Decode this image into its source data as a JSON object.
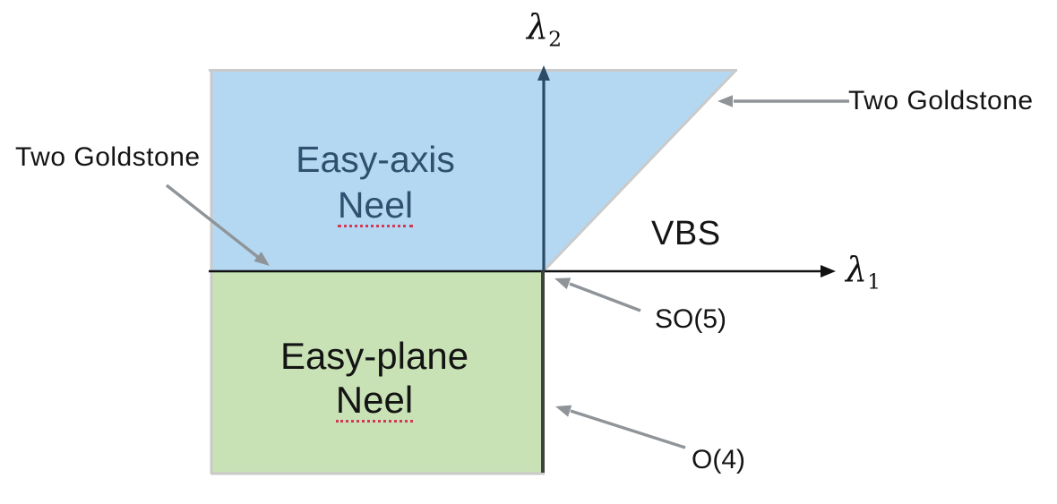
{
  "colors": {
    "blue_fill": "#b4d8f2",
    "green_fill": "#c8e2b5",
    "easy_axis_text": "#2f506e",
    "easy_plane_text": "#141414",
    "axis_black": "#111111",
    "axis_navy": "#2b4b66",
    "neg_y_axis": "#3f4438",
    "annotation_arrow": "#8f9499",
    "region_border": "#cacaca",
    "squiggle_red": "#cf3a55"
  },
  "regions": {
    "easy_axis_neel": {
      "line1": "Easy-axis",
      "line2": "Neel"
    },
    "easy_plane_neel": {
      "line1": "Easy-plane",
      "line2": "Neel"
    },
    "vbs_label": "VBS"
  },
  "axes": {
    "x_symbol": "λ",
    "x_subscript": "1",
    "y_symbol": "λ",
    "y_subscript": "2"
  },
  "annotations": {
    "two_goldstone_left": "Two Goldstone",
    "two_goldstone_right": "Two Goldstone",
    "so5": "SO(5)",
    "o4": "O(4)"
  }
}
